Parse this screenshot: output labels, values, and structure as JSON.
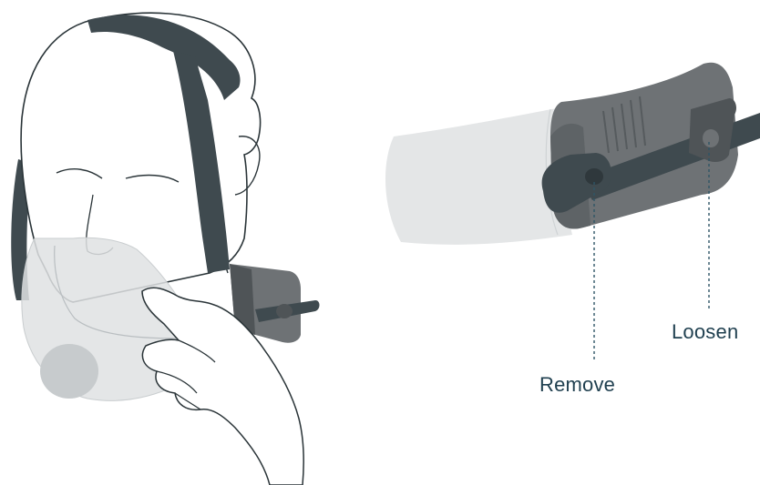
{
  "callouts": {
    "remove": "Remove",
    "loosen": "Loosen"
  },
  "colors": {
    "strap": "#3f4a4f",
    "clip": "#6e7275",
    "clip_dark": "#4f5457",
    "mask": "#dfe2e3",
    "line": "#2a3438",
    "callout_text": "#1f3f4f",
    "leader": "#2f5566"
  },
  "illustrations": [
    {
      "name": "head-wearing-mask"
    },
    {
      "name": "mask-strap-clip-detail"
    }
  ]
}
